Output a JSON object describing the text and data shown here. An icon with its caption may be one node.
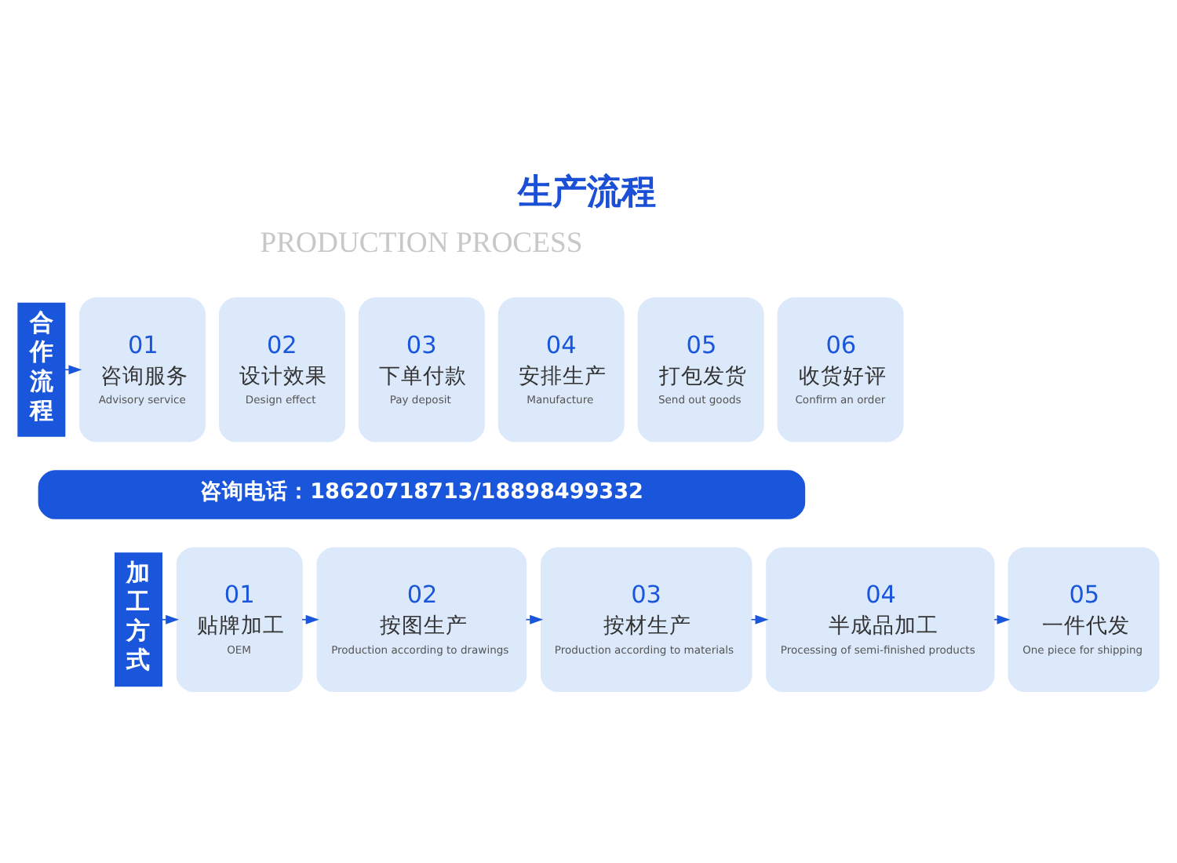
{
  "diagram": {
    "title": "生产流程",
    "nodes": [
      {
        "text": [
          "合作流程"
        ]
      },
      {
        "text": [
          "01",
          "咨询服务",
          "Advisory service"
        ]
      },
      {
        "text": [
          "02",
          "设计效果",
          "Design effect"
        ]
      },
      {
        "text": [
          "03",
          "下单付款",
          "Pay deposit"
        ]
      },
      {
        "text": [
          "04",
          "安排生产",
          "Manufacture"
        ]
      },
      {
        "text": [
          "05",
          "打包发货",
          "Send out goods"
        ]
      },
      {
        "text": [
          "06",
          "收货好评",
          "Confirm an order"
        ]
      },
      {
        "text": [
          "加工方式"
        ]
      },
      {
        "text": [
          "01",
          "贴牌加工",
          "OEM"
        ]
      },
      {
        "text": [
          "02",
          "按图生产",
          "Production according to drawings"
        ]
      },
      {
        "text": [
          "03",
          "按材生产",
          "Production according to materials"
        ]
      },
      {
        "text": [
          "04",
          "半成品加工",
          "Processing of semi-finished products"
        ]
      },
      {
        "text": [
          "05",
          "一件代发",
          "One piece for shipping"
        ]
      }
    ],
    "edges": [
      {
        "from": 0,
        "to": 1,
        "arrow": "to"
      },
      {
        "from": 7,
        "to": 8,
        "arrow": "to"
      },
      {
        "from": 8,
        "to": 9,
        "arrow": "to"
      },
      {
        "from": 9,
        "to": 10,
        "arrow": "to"
      },
      {
        "from": 10,
        "to": 11,
        "arrow": "to"
      },
      {
        "from": 11,
        "to": 12,
        "arrow": "to"
      }
    ],
    "labels": [
      "PRODUCTION PROCESS",
      "咨询电话：18620718713/18898499332"
    ]
  }
}
